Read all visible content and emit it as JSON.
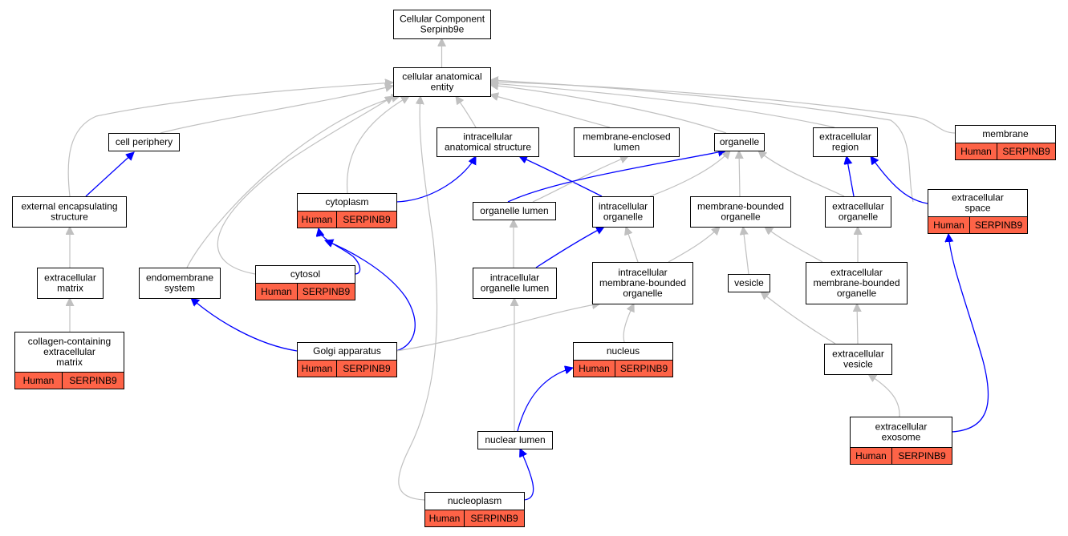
{
  "diagram": {
    "nodes": {
      "root": {
        "lines": [
          "Cellular Component",
          "Serpinb9e"
        ]
      },
      "cae": {
        "lines": [
          "cellular anatomical",
          "entity"
        ]
      },
      "cell_periphery": {
        "lines": [
          "cell periphery"
        ]
      },
      "ias": {
        "lines": [
          "intracellular",
          "anatomical structure"
        ]
      },
      "mel": {
        "lines": [
          "membrane-enclosed",
          "lumen"
        ]
      },
      "organelle": {
        "lines": [
          "organelle"
        ]
      },
      "ecr": {
        "lines": [
          "extracellular",
          "region"
        ]
      },
      "membrane": {
        "lines": [
          "membrane"
        ],
        "species": "Human",
        "gene": "SERPINB9"
      },
      "ees": {
        "lines": [
          "external encapsulating",
          "structure"
        ]
      },
      "cytoplasm": {
        "lines": [
          "cytoplasm"
        ],
        "species": "Human",
        "gene": "SERPINB9"
      },
      "org_lumen": {
        "lines": [
          "organelle lumen"
        ]
      },
      "ic_org": {
        "lines": [
          "intracellular",
          "organelle"
        ]
      },
      "mb_org": {
        "lines": [
          "membrane-bounded",
          "organelle"
        ]
      },
      "ec_org": {
        "lines": [
          "extracellular",
          "organelle"
        ]
      },
      "ec_space": {
        "lines": [
          "extracellular",
          "space"
        ],
        "species": "Human",
        "gene": "SERPINB9"
      },
      "ecm": {
        "lines": [
          "extracellular",
          "matrix"
        ]
      },
      "endomembrane": {
        "lines": [
          "endomembrane",
          "system"
        ]
      },
      "cytosol": {
        "lines": [
          "cytosol"
        ],
        "species": "Human",
        "gene": "SERPINB9"
      },
      "ic_org_lumen": {
        "lines": [
          "intracellular",
          "organelle lumen"
        ]
      },
      "ic_mb_org": {
        "lines": [
          "intracellular",
          "membrane-bounded",
          "organelle"
        ]
      },
      "vesicle": {
        "lines": [
          "vesicle"
        ]
      },
      "ec_mb_org": {
        "lines": [
          "extracellular",
          "membrane-bounded",
          "organelle"
        ]
      },
      "collagen_ecm": {
        "lines": [
          "collagen-containing",
          "extracellular",
          "matrix"
        ],
        "species": "Human",
        "gene": "SERPINB9"
      },
      "golgi": {
        "lines": [
          "Golgi apparatus"
        ],
        "species": "Human",
        "gene": "SERPINB9"
      },
      "nucleus": {
        "lines": [
          "nucleus"
        ],
        "species": "Human",
        "gene": "SERPINB9"
      },
      "ec_vesicle": {
        "lines": [
          "extracellular",
          "vesicle"
        ]
      },
      "nuclear_lumen": {
        "lines": [
          "nuclear lumen"
        ]
      },
      "ec_exosome": {
        "lines": [
          "extracellular",
          "exosome"
        ],
        "species": "Human",
        "gene": "SERPINB9"
      },
      "nucleoplasm": {
        "lines": [
          "nucleoplasm"
        ],
        "species": "Human",
        "gene": "SERPINB9"
      }
    },
    "edges": [
      {
        "from": "cae",
        "to": "root",
        "kind": "is_a"
      },
      {
        "from": "cell_periphery",
        "to": "cae",
        "kind": "is_a"
      },
      {
        "from": "ias",
        "to": "cae",
        "kind": "is_a"
      },
      {
        "from": "mel",
        "to": "cae",
        "kind": "is_a"
      },
      {
        "from": "organelle",
        "to": "cae",
        "kind": "is_a"
      },
      {
        "from": "ecr",
        "to": "cae",
        "kind": "is_a"
      },
      {
        "from": "membrane",
        "to": "cae",
        "kind": "is_a"
      },
      {
        "from": "ees",
        "to": "cae",
        "kind": "is_a"
      },
      {
        "from": "cytoplasm",
        "to": "cae",
        "kind": "is_a"
      },
      {
        "from": "endomembrane",
        "to": "cae",
        "kind": "is_a"
      },
      {
        "from": "cytosol",
        "to": "cae",
        "kind": "is_a"
      },
      {
        "from": "nucleoplasm",
        "to": "cae",
        "kind": "is_a"
      },
      {
        "from": "ec_space",
        "to": "cae",
        "kind": "is_a"
      },
      {
        "from": "ees",
        "to": "cell_periphery",
        "kind": "part_of"
      },
      {
        "from": "ecm",
        "to": "ees",
        "kind": "is_a"
      },
      {
        "from": "collagen_ecm",
        "to": "ecm",
        "kind": "is_a"
      },
      {
        "from": "cytoplasm",
        "to": "ias",
        "kind": "part_of"
      },
      {
        "from": "ic_org",
        "to": "ias",
        "kind": "part_of"
      },
      {
        "from": "org_lumen",
        "to": "mel",
        "kind": "is_a"
      },
      {
        "from": "org_lumen",
        "to": "organelle",
        "kind": "part_of"
      },
      {
        "from": "ic_org",
        "to": "organelle",
        "kind": "is_a"
      },
      {
        "from": "mb_org",
        "to": "organelle",
        "kind": "is_a"
      },
      {
        "from": "ec_org",
        "to": "organelle",
        "kind": "is_a"
      },
      {
        "from": "ec_org",
        "to": "ecr",
        "kind": "part_of"
      },
      {
        "from": "ec_space",
        "to": "ecr",
        "kind": "part_of"
      },
      {
        "from": "ic_org_lumen",
        "to": "org_lumen",
        "kind": "is_a"
      },
      {
        "from": "ic_org_lumen",
        "to": "ic_org",
        "kind": "part_of"
      },
      {
        "from": "ic_mb_org",
        "to": "ic_org",
        "kind": "is_a"
      },
      {
        "from": "ic_mb_org",
        "to": "mb_org",
        "kind": "is_a"
      },
      {
        "from": "vesicle",
        "to": "mb_org",
        "kind": "is_a"
      },
      {
        "from": "ec_mb_org",
        "to": "mb_org",
        "kind": "is_a"
      },
      {
        "from": "ec_mb_org",
        "to": "ec_org",
        "kind": "is_a"
      },
      {
        "from": "cytosol",
        "to": "cytoplasm",
        "kind": "part_of"
      },
      {
        "from": "golgi",
        "to": "cytoplasm",
        "kind": "part_of"
      },
      {
        "from": "golgi",
        "to": "endomembrane",
        "kind": "part_of"
      },
      {
        "from": "golgi",
        "to": "ic_mb_org",
        "kind": "is_a"
      },
      {
        "from": "nucleus",
        "to": "ic_mb_org",
        "kind": "is_a"
      },
      {
        "from": "nuclear_lumen",
        "to": "ic_org_lumen",
        "kind": "is_a"
      },
      {
        "from": "nuclear_lumen",
        "to": "nucleus",
        "kind": "part_of"
      },
      {
        "from": "nucleoplasm",
        "to": "nuclear_lumen",
        "kind": "part_of"
      },
      {
        "from": "ec_vesicle",
        "to": "vesicle",
        "kind": "is_a"
      },
      {
        "from": "ec_vesicle",
        "to": "ec_mb_org",
        "kind": "is_a"
      },
      {
        "from": "ec_exosome",
        "to": "ec_vesicle",
        "kind": "is_a"
      },
      {
        "from": "ec_exosome",
        "to": "ec_space",
        "kind": "part_of"
      }
    ],
    "colors": {
      "is_a": "#c0c0c0",
      "part_of": "#0000ff",
      "annotation_fill": "#fe6347"
    }
  }
}
